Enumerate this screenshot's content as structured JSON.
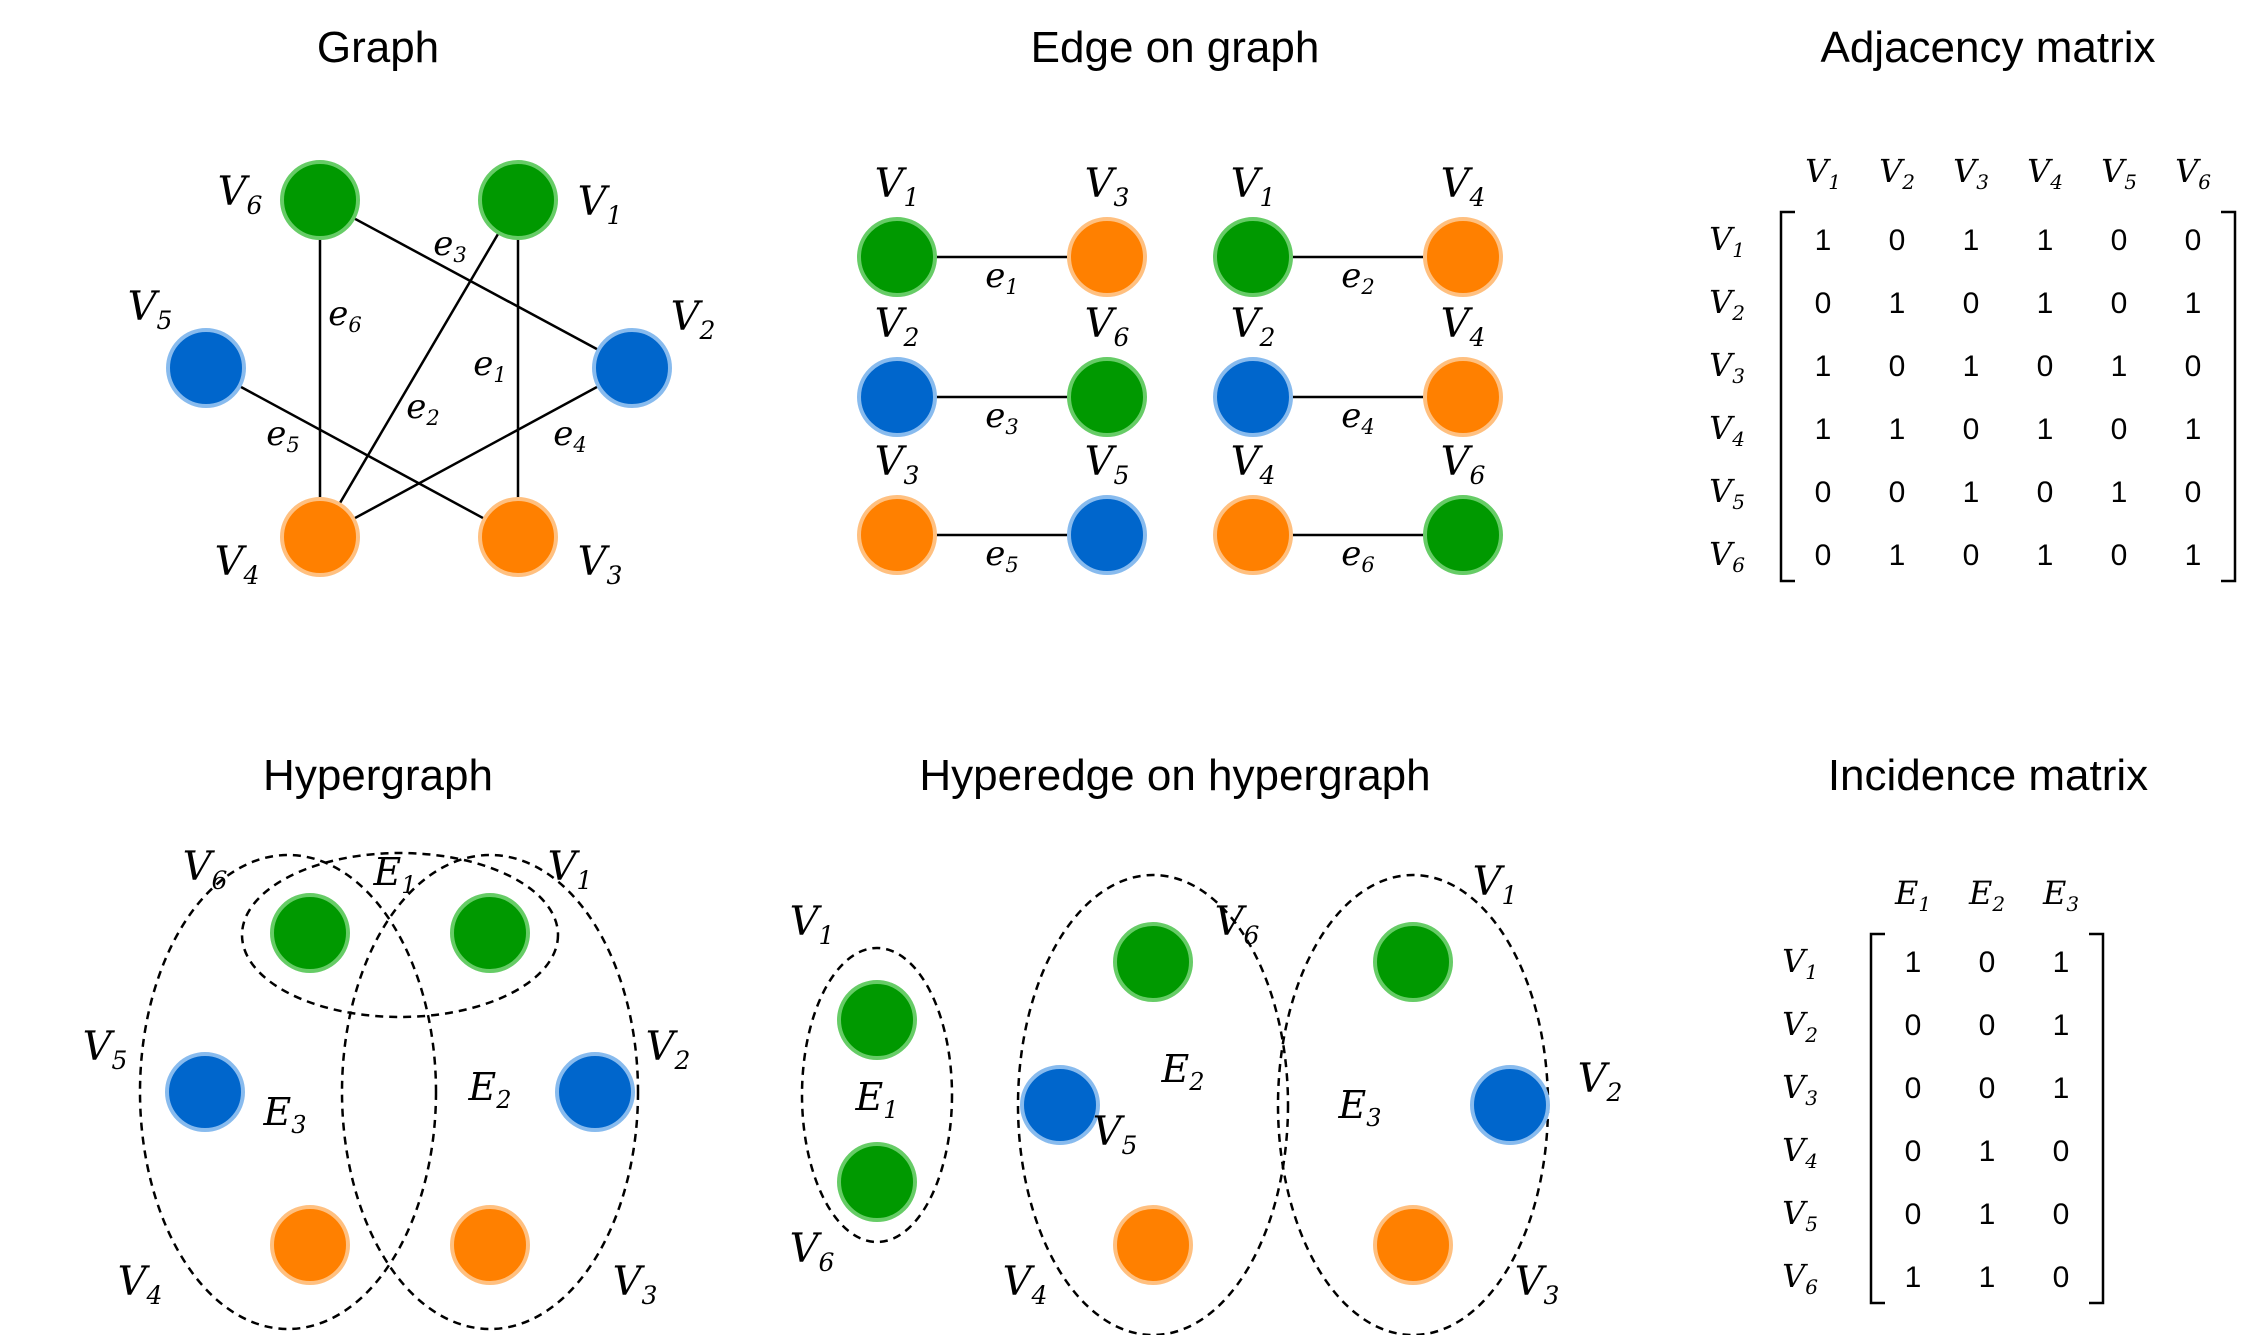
{
  "colors": {
    "green": "#009900",
    "green_edge": "#66cc66",
    "blue": "#0066cc",
    "blue_edge": "#88bbee",
    "orange": "#ff8000",
    "orange_edge": "#ffc080"
  },
  "panels": {
    "graph": {
      "title": "Graph",
      "nodes": [
        {
          "id": "V1",
          "main": "V",
          "sub": "1",
          "color": "green"
        },
        {
          "id": "V2",
          "main": "V",
          "sub": "2",
          "color": "blue"
        },
        {
          "id": "V3",
          "main": "V",
          "sub": "3",
          "color": "orange"
        },
        {
          "id": "V4",
          "main": "V",
          "sub": "4",
          "color": "orange"
        },
        {
          "id": "V5",
          "main": "V",
          "sub": "5",
          "color": "blue"
        },
        {
          "id": "V6",
          "main": "V",
          "sub": "6",
          "color": "green"
        }
      ],
      "edges": [
        {
          "main": "e",
          "sub": "1",
          "from": "V1",
          "to": "V3"
        },
        {
          "main": "e",
          "sub": "2",
          "from": "V1",
          "to": "V4"
        },
        {
          "main": "e",
          "sub": "3",
          "from": "V6",
          "to": "V2"
        },
        {
          "main": "e",
          "sub": "4",
          "from": "V2",
          "to": "V4"
        },
        {
          "main": "e",
          "sub": "5",
          "from": "V5",
          "to": "V3"
        },
        {
          "main": "e",
          "sub": "6",
          "from": "V6",
          "to": "V4"
        }
      ]
    },
    "edges_panel": {
      "title": "Edge on graph",
      "pairs": [
        {
          "a": {
            "sub": "1",
            "color": "green"
          },
          "b": {
            "sub": "3",
            "color": "orange"
          },
          "edge": "1"
        },
        {
          "a": {
            "sub": "1",
            "color": "green"
          },
          "b": {
            "sub": "4",
            "color": "orange"
          },
          "edge": "2"
        },
        {
          "a": {
            "sub": "2",
            "color": "blue"
          },
          "b": {
            "sub": "6",
            "color": "green"
          },
          "edge": "3"
        },
        {
          "a": {
            "sub": "2",
            "color": "blue"
          },
          "b": {
            "sub": "4",
            "color": "orange"
          },
          "edge": "4"
        },
        {
          "a": {
            "sub": "3",
            "color": "orange"
          },
          "b": {
            "sub": "5",
            "color": "blue"
          },
          "edge": "5"
        },
        {
          "a": {
            "sub": "4",
            "color": "orange"
          },
          "b": {
            "sub": "6",
            "color": "green"
          },
          "edge": "6"
        }
      ]
    },
    "adjacency": {
      "title": "Adjacency matrix",
      "col_labels": [
        "1",
        "2",
        "3",
        "4",
        "5",
        "6"
      ],
      "row_labels": [
        "1",
        "2",
        "3",
        "4",
        "5",
        "6"
      ],
      "rows": [
        [
          "1",
          "0",
          "1",
          "1",
          "0",
          "0"
        ],
        [
          "0",
          "1",
          "0",
          "1",
          "0",
          "1"
        ],
        [
          "1",
          "0",
          "1",
          "0",
          "1",
          "0"
        ],
        [
          "1",
          "1",
          "0",
          "1",
          "0",
          "1"
        ],
        [
          "0",
          "0",
          "1",
          "0",
          "1",
          "0"
        ],
        [
          "0",
          "1",
          "0",
          "1",
          "0",
          "1"
        ]
      ]
    },
    "hypergraph": {
      "title": "Hypergraph",
      "nodes": [
        {
          "sub": "6",
          "color": "green"
        },
        {
          "sub": "1",
          "color": "green"
        },
        {
          "sub": "5",
          "color": "blue"
        },
        {
          "sub": "2",
          "color": "blue"
        },
        {
          "sub": "4",
          "color": "orange"
        },
        {
          "sub": "3",
          "color": "orange"
        }
      ],
      "hyperedges": [
        {
          "main": "E",
          "sub": "1"
        },
        {
          "main": "E",
          "sub": "2"
        },
        {
          "main": "E",
          "sub": "3"
        }
      ]
    },
    "hyperedges_panel": {
      "title": "Hyperedge on hypergraph",
      "groups": [
        {
          "edge": "1",
          "nodes": [
            {
              "sub": "1",
              "color": "green"
            },
            {
              "sub": "6",
              "color": "green"
            }
          ]
        },
        {
          "edge": "2",
          "nodes": [
            {
              "sub": "6",
              "color": "green"
            },
            {
              "sub": "5",
              "color": "blue"
            },
            {
              "sub": "4",
              "color": "orange"
            }
          ]
        },
        {
          "edge": "3",
          "nodes": [
            {
              "sub": "1",
              "color": "green"
            },
            {
              "sub": "2",
              "color": "blue"
            },
            {
              "sub": "3",
              "color": "orange"
            }
          ]
        }
      ]
    },
    "incidence": {
      "title": "Incidence matrix",
      "col_labels": [
        "1",
        "2",
        "3"
      ],
      "row_labels": [
        "1",
        "2",
        "3",
        "4",
        "5",
        "6"
      ],
      "rows": [
        [
          "1",
          "0",
          "1"
        ],
        [
          "0",
          "0",
          "1"
        ],
        [
          "0",
          "0",
          "1"
        ],
        [
          "0",
          "1",
          "0"
        ],
        [
          "0",
          "1",
          "0"
        ],
        [
          "1",
          "1",
          "0"
        ]
      ]
    }
  }
}
